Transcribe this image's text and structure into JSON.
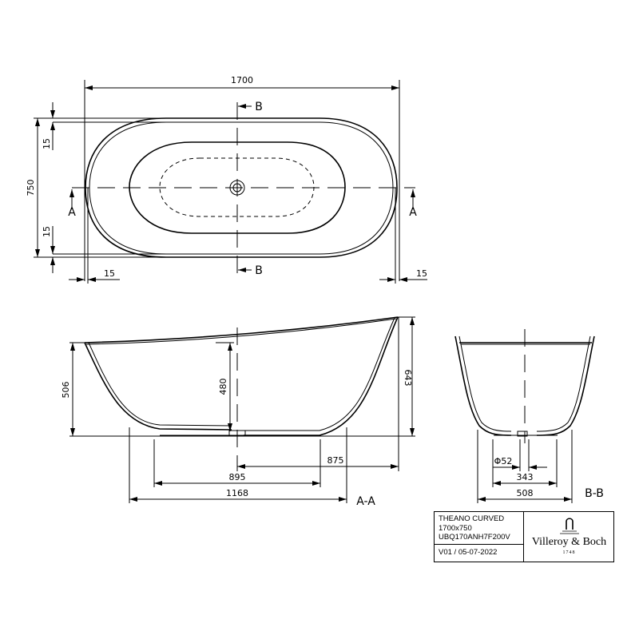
{
  "drawing": {
    "product_name": "THEANO CURVED",
    "size": "1700x750",
    "article_code": "UBQ170ANH7F200V",
    "version": "V01 / 05-07-2022",
    "brand": "Villeroy & Boch",
    "brand_year": "1748"
  },
  "top_view": {
    "length": "1700",
    "width": "750",
    "rim_top": "15",
    "rim_bottom": "15",
    "rim_left": "15",
    "rim_right": "15",
    "section_a_label": "A",
    "section_b_label": "B"
  },
  "section_aa": {
    "label": "A-A",
    "height_left": "506",
    "inner_depth": "480",
    "height_right": "643",
    "drain_to_right": "875",
    "base_length": "895",
    "footprint_length": "1168"
  },
  "section_bb": {
    "label": "B-B",
    "drain_diameter": "Φ52",
    "base_width": "343",
    "footprint_width": "508"
  }
}
